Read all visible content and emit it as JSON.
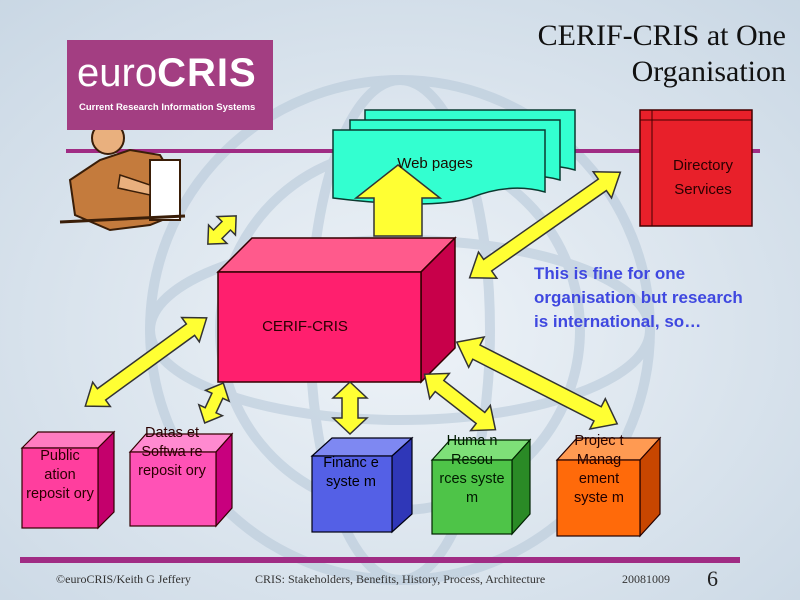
{
  "slide": {
    "title_line1": "CERIF-CRIS at One",
    "title_line2": "Organisation",
    "note": "This is fine for one organisation but research is international, so…",
    "page_number": "6"
  },
  "logo": {
    "euro": "euro",
    "cris": "CRIS",
    "subtitle": "Current Research Information Systems"
  },
  "nodes": {
    "web_pages": "Web pages",
    "directory_services": "Directory Services",
    "cerif_cris": "CERIF-CRIS",
    "publication_repository": "Public ation reposit ory",
    "dataset_software_repository": "Datas et Softwa re reposit ory",
    "finance_system": "Financ e syste m",
    "human_resources_system": "Huma n Resou rces syste m",
    "project_management_system": "Projec t Manag ement syste m"
  },
  "footer": {
    "copyright": "©euroCRIS/Keith G Jeffery",
    "subtitle": "CRIS: Stakeholders, Benefits, History, Process, Architecture",
    "date": "20081009"
  },
  "colors": {
    "accent_bar": "#a02c84",
    "cerif_box": "#ff1f6e",
    "web_pages": "#33ffd0",
    "directory": "#e8202a",
    "publication": "#ff3e9e",
    "dataset": "#ff52b6",
    "finance": "#5460e6",
    "human_resources": "#4ec448",
    "project": "#ff6a0a",
    "arrow": "#ffff33",
    "note_text": "#3f48e0"
  }
}
